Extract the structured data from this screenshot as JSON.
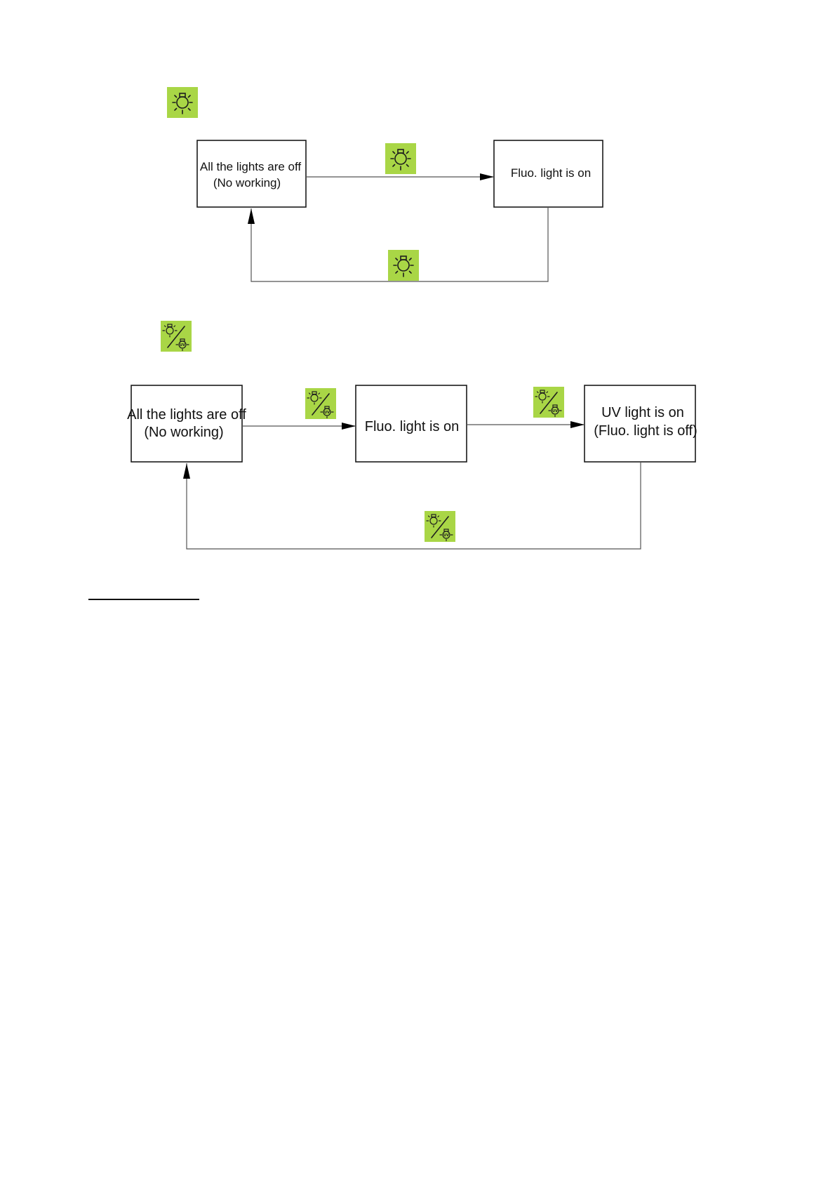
{
  "colors": {
    "icon_bg": "#a9d646",
    "box_stroke": "#1a1a1a",
    "edge_stroke": "#555555"
  },
  "icons": {
    "light": "light-bulb-icon",
    "light_uv": "light-uv-toggle-icon",
    "uv_text": "UV"
  },
  "diagram1": {
    "states": {
      "off": {
        "line1": "All the lights are off",
        "line2": "(No working)"
      },
      "fluo_on": {
        "line1": "Fluo. light is on"
      }
    }
  },
  "diagram2": {
    "states": {
      "off": {
        "line1": "All the lights are off",
        "line2": "(No working)"
      },
      "fluo_on": {
        "line1": "Fluo. light is on"
      },
      "uv_on": {
        "line1": "UV light is on",
        "line2": "(Fluo. light is off)"
      }
    }
  }
}
